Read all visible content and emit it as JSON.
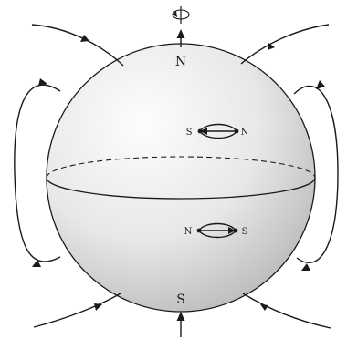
{
  "labels": {
    "north_pole": "N",
    "south_pole": "S",
    "dipole_upper_left": "S",
    "dipole_upper_right": "N",
    "dipole_lower_left": "N",
    "dipole_lower_right": "S"
  },
  "colors": {
    "ink": "#1a1a1a",
    "sphere_highlight": "#fdfdfd",
    "sphere_shadow": "#b9b9b9"
  },
  "icons": {
    "rotation": "rotation-arrow-icon"
  }
}
